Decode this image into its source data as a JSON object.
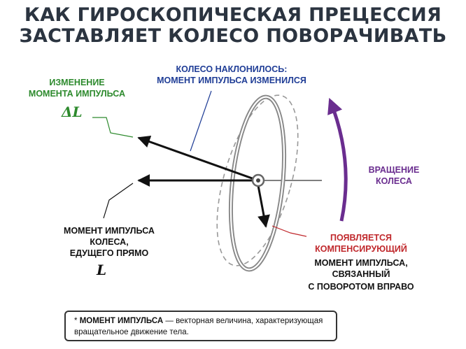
{
  "title": {
    "line1": "КАК ГИРОСКОПИЧЕСКАЯ ПРЕЦЕССИЯ",
    "line2": "ЗАСТАВЛЯЕТ КОЛЕСО ПОВОРАЧИВАТЬ"
  },
  "labels": {
    "change_line1": "ИЗМЕНЕНИЕ",
    "change_line2": "МОМЕНТА ИМПУЛЬСА",
    "change_symbol": "ΔL",
    "tilt_line1": "КОЛЕСО НАКЛОНИЛОСЬ:",
    "tilt_line2": "МОМЕНТ ИМПУЛЬСА ИЗМЕНИЛСЯ",
    "rotation_line1": "ВРАЩЕНИЕ",
    "rotation_line2": "КОЛЕСА",
    "straight_line1": "МОМЕНТ ИМПУЛЬСА",
    "straight_line2": "КОЛЕСА,",
    "straight_line3": "ЕДУЩЕГО ПРЯМО",
    "straight_symbol": "L",
    "comp_line1": "ПОЯВЛЯЕТСЯ",
    "comp_line2": "КОМПЕНСИРУЮЩИЙ",
    "comp_line3": "МОМЕНТ ИМПУЛЬСА,",
    "comp_line4": "СВЯЗАННЫЙ",
    "comp_line5": "С ПОВОРОТОМ ВПРАВО"
  },
  "footnote": {
    "star": "*",
    "term": "МОМЕНТ ИМПУЛЬСА",
    "definition": " — векторная величина, характеризующая вращательное движение тела."
  },
  "colors": {
    "title": "#2b3440",
    "green": "#2d8a2d",
    "blue": "#1f3d96",
    "purple": "#6a2d8f",
    "red": "#c0282c"
  }
}
